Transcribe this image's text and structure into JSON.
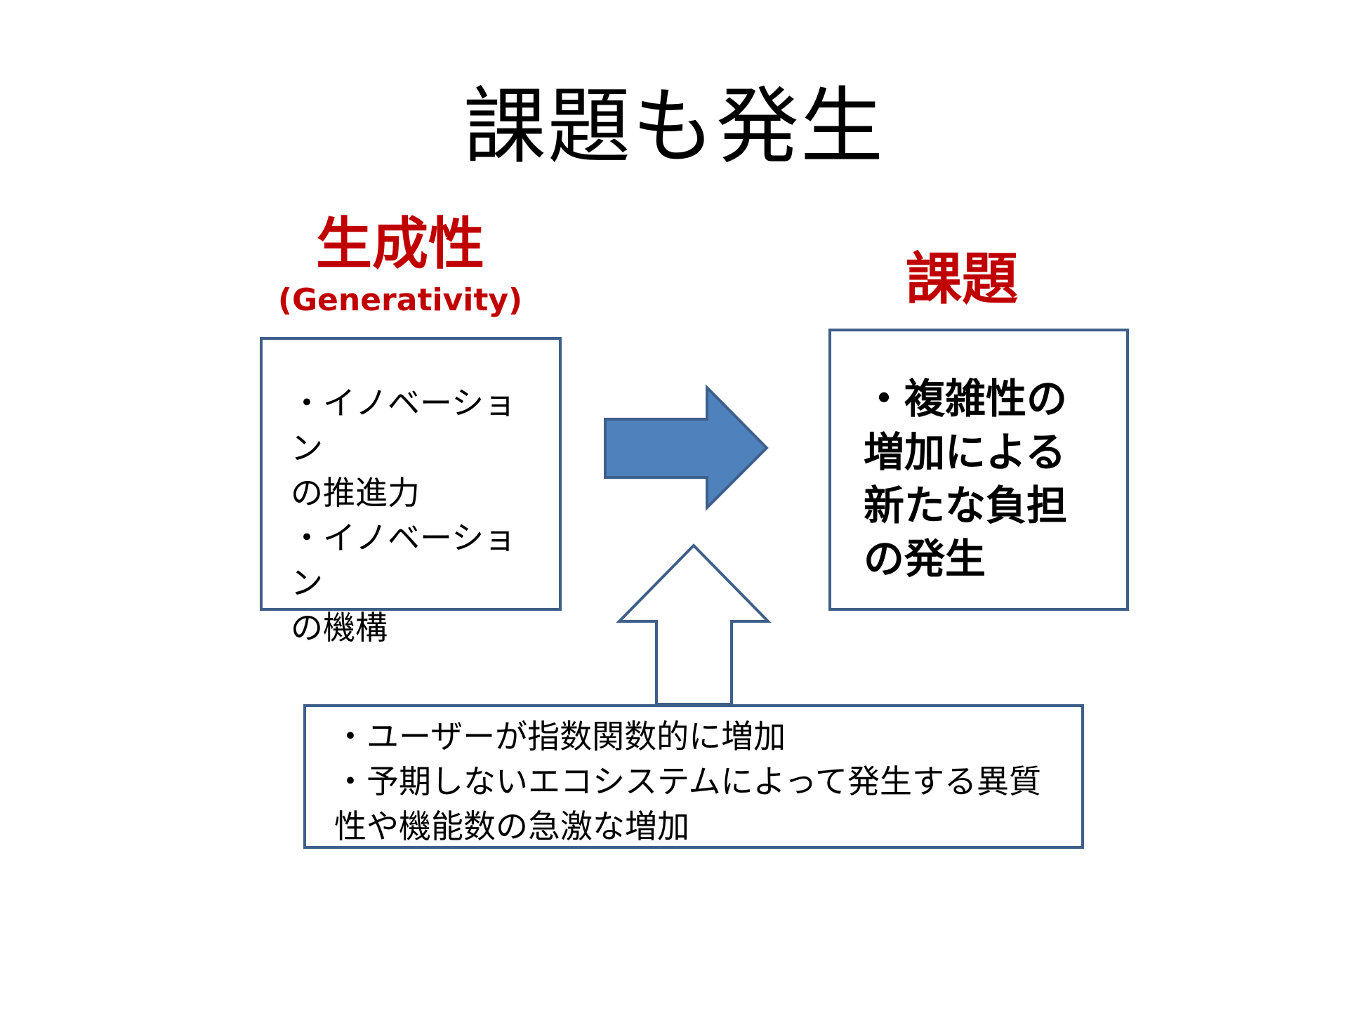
{
  "slide": {
    "title": "課題も発生",
    "left": {
      "heading": "生成性",
      "subheading": "(Generativity)",
      "lines": [
        "・イノベーション",
        "の推進力",
        "・イノベーション",
        "の機構"
      ]
    },
    "right": {
      "heading": "課題",
      "lines": [
        "・複雑性の",
        "増加による",
        "新たな負担",
        "の発生"
      ]
    },
    "bottom": {
      "lines": [
        "・ユーザーが指数関数的に増加",
        "・予期しないエコシステムによって発生する異質",
        "性や機能数の急激な増加"
      ]
    }
  },
  "colors": {
    "heading_red": "#c00000",
    "box_border": "#3e5f8a",
    "arrow_fill": "#4f81bd",
    "arrow_stroke": "#3e5f8a"
  },
  "icons": {
    "right_arrow": "right-arrow-icon",
    "up_arrow": "up-arrow-icon"
  }
}
